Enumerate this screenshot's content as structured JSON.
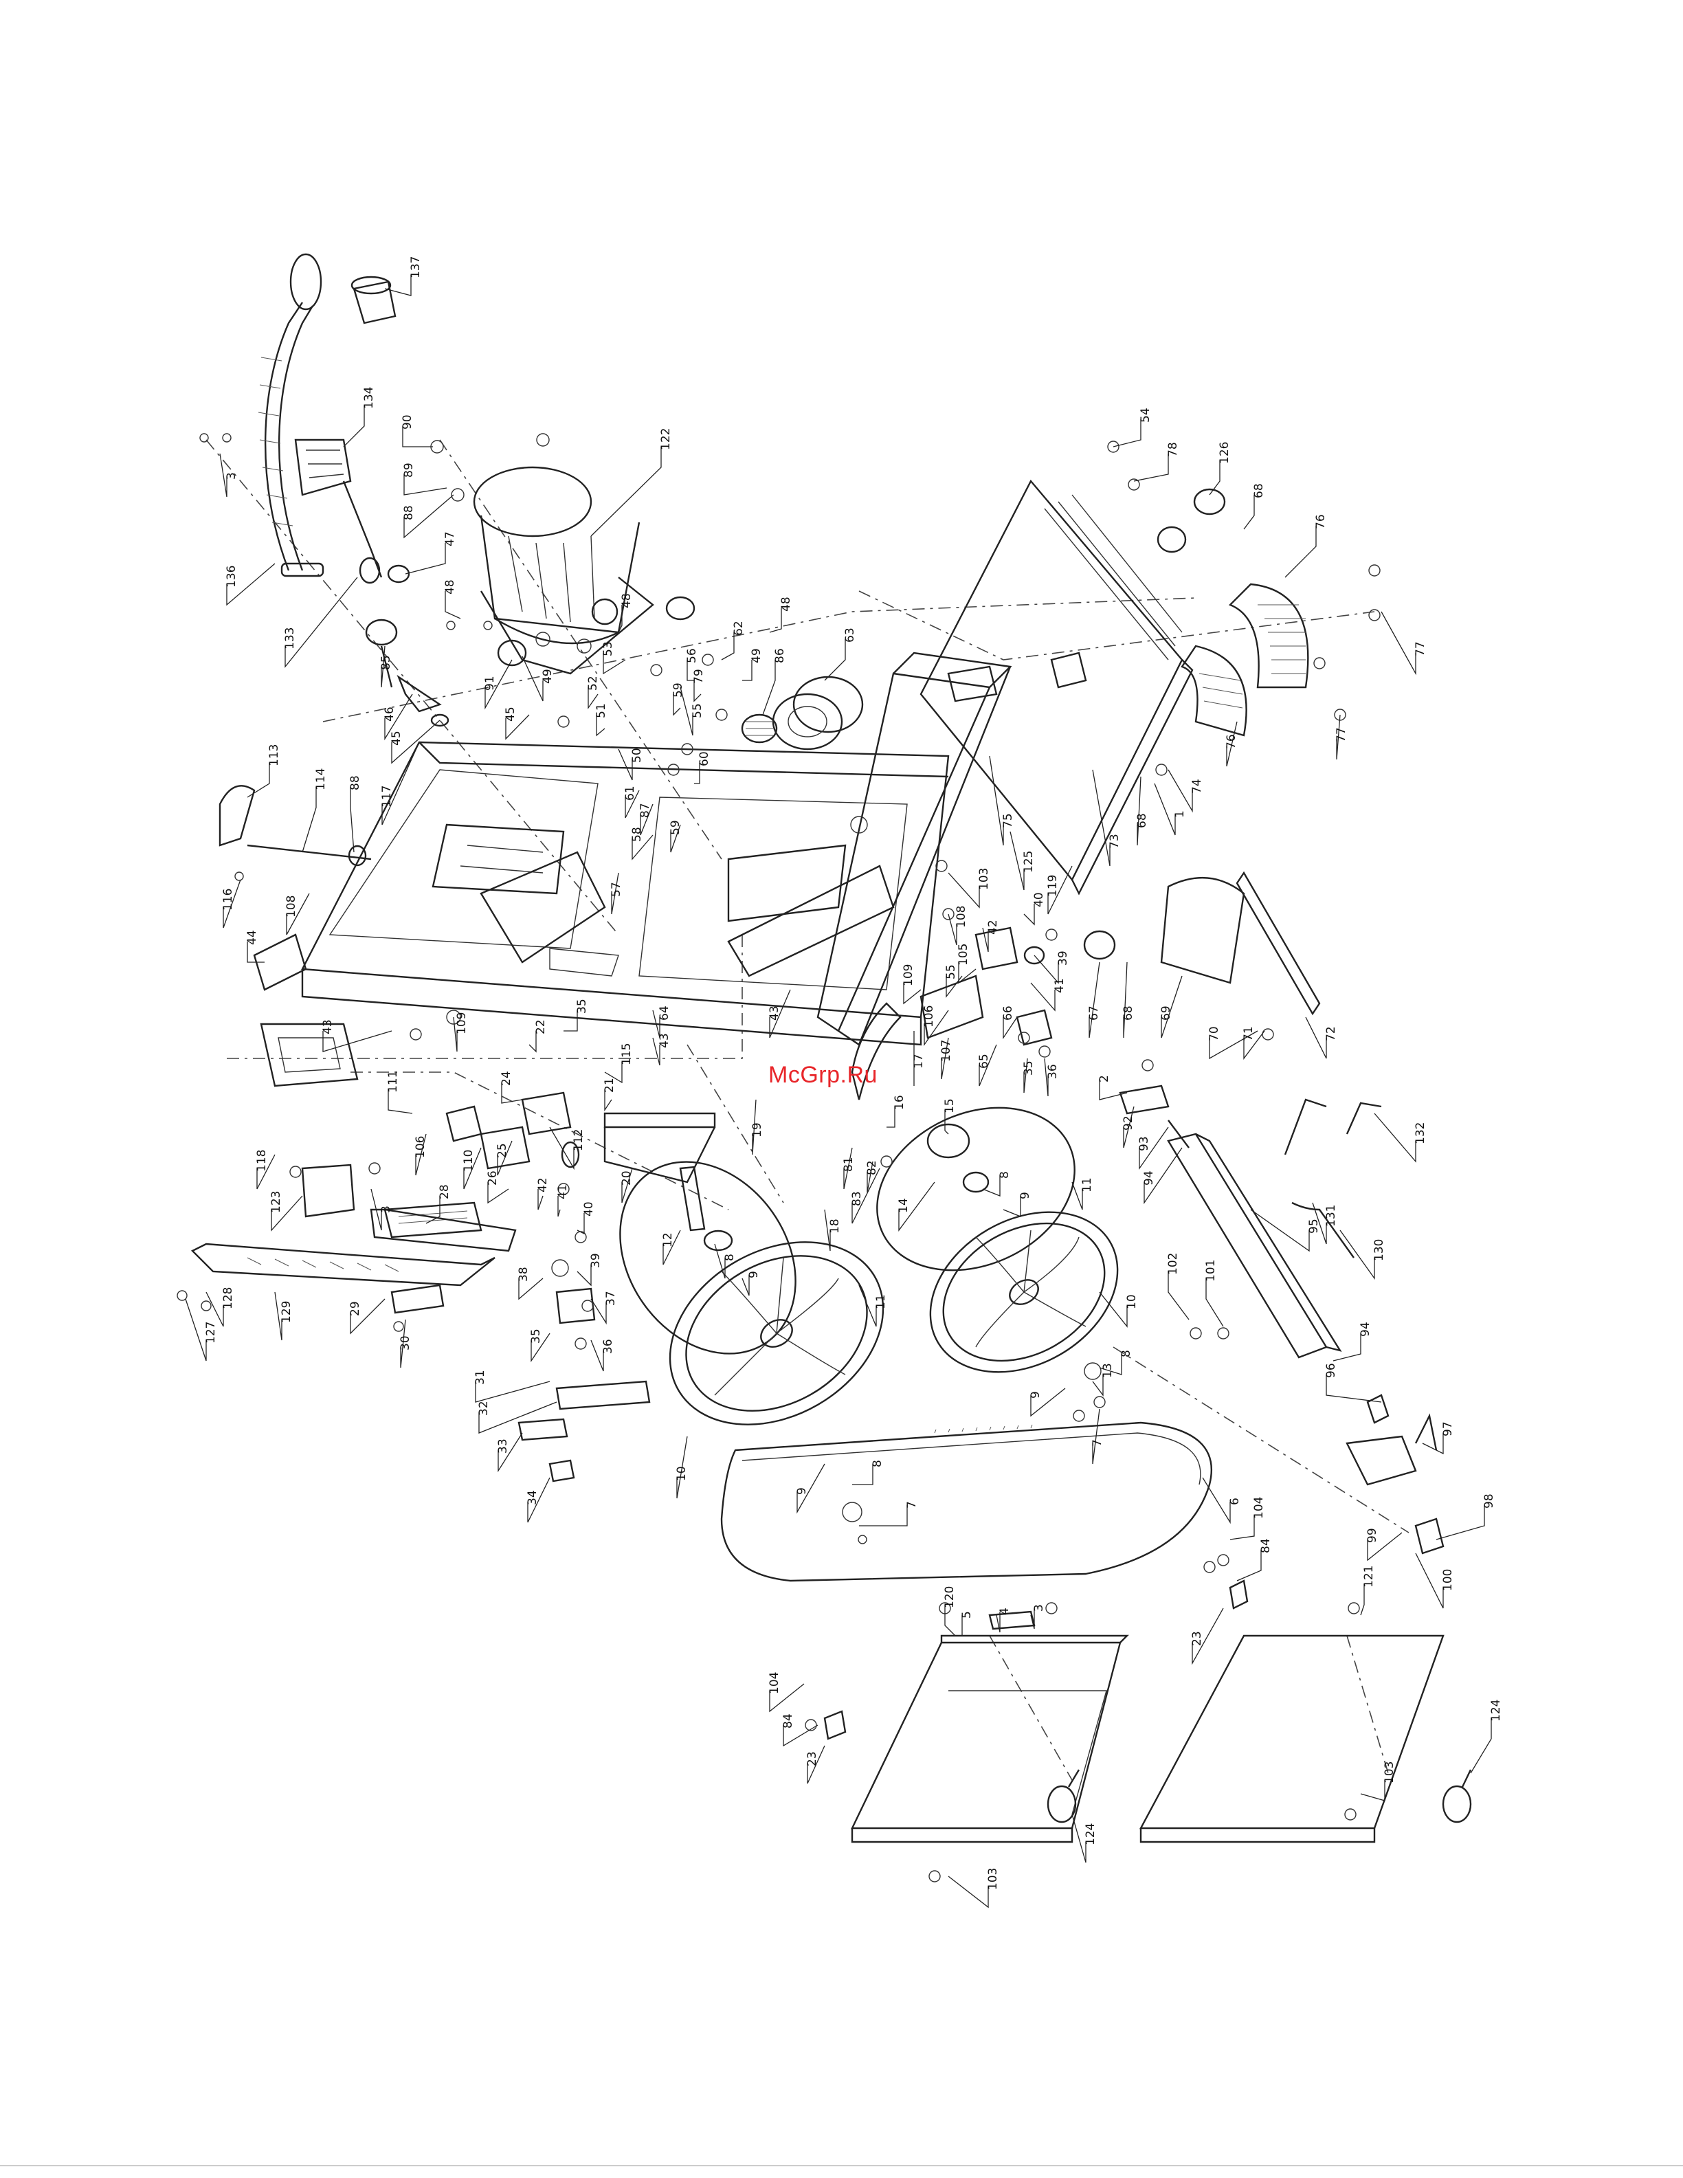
{
  "watermark": "McGrp.Ru",
  "callouts": [
    {
      "id": "c137",
      "label": "137"
    },
    {
      "id": "c134",
      "label": "134"
    },
    {
      "id": "c3a",
      "label": "3"
    },
    {
      "id": "c136",
      "label": "136"
    },
    {
      "id": "c133",
      "label": "133"
    },
    {
      "id": "c90",
      "label": "90"
    },
    {
      "id": "c89",
      "label": "89"
    },
    {
      "id": "c88a",
      "label": "88"
    },
    {
      "id": "c47",
      "label": "47"
    },
    {
      "id": "c48a",
      "label": "48"
    },
    {
      "id": "c85",
      "label": "85"
    },
    {
      "id": "c46",
      "label": "46"
    },
    {
      "id": "c45a",
      "label": "45"
    },
    {
      "id": "c122",
      "label": "122"
    },
    {
      "id": "c91",
      "label": "91"
    },
    {
      "id": "c49a",
      "label": "49"
    },
    {
      "id": "c48b",
      "label": "48"
    },
    {
      "id": "c53",
      "label": "53"
    },
    {
      "id": "c45b",
      "label": "45"
    },
    {
      "id": "c52",
      "label": "52"
    },
    {
      "id": "c51",
      "label": "51"
    },
    {
      "id": "c50",
      "label": "50"
    },
    {
      "id": "c55",
      "label": "55"
    },
    {
      "id": "c62",
      "label": "62"
    },
    {
      "id": "c49b",
      "label": "49"
    },
    {
      "id": "c56",
      "label": "56"
    },
    {
      "id": "c79",
      "label": "79"
    },
    {
      "id": "c59a",
      "label": "59"
    },
    {
      "id": "c48c",
      "label": "48"
    },
    {
      "id": "c86",
      "label": "86"
    },
    {
      "id": "c63",
      "label": "63"
    },
    {
      "id": "c60",
      "label": "60"
    },
    {
      "id": "c61",
      "label": "61"
    },
    {
      "id": "c87",
      "label": "87"
    },
    {
      "id": "c58",
      "label": "58"
    },
    {
      "id": "c59b",
      "label": "59"
    },
    {
      "id": "c57",
      "label": "57"
    },
    {
      "id": "c117",
      "label": "117"
    },
    {
      "id": "c113",
      "label": "113"
    },
    {
      "id": "c114",
      "label": "114"
    },
    {
      "id": "c88b",
      "label": "88"
    },
    {
      "id": "c116",
      "label": "116"
    },
    {
      "id": "c108a",
      "label": "108"
    },
    {
      "id": "c44",
      "label": "44"
    },
    {
      "id": "c43a",
      "label": "43"
    },
    {
      "id": "c109a",
      "label": "109"
    },
    {
      "id": "c22",
      "label": "22"
    },
    {
      "id": "c35a",
      "label": "35"
    },
    {
      "id": "c64",
      "label": "64"
    },
    {
      "id": "c43b",
      "label": "43"
    },
    {
      "id": "c43c",
      "label": "43"
    },
    {
      "id": "c54",
      "label": "54"
    },
    {
      "id": "c78",
      "label": "78"
    },
    {
      "id": "c126",
      "label": "126"
    },
    {
      "id": "c68a",
      "label": "68"
    },
    {
      "id": "c76a",
      "label": "76"
    },
    {
      "id": "c77a",
      "label": "77"
    },
    {
      "id": "c76b",
      "label": "76"
    },
    {
      "id": "c77b",
      "label": "77"
    },
    {
      "id": "c74",
      "label": "74"
    },
    {
      "id": "c1",
      "label": "1"
    },
    {
      "id": "c68b",
      "label": "68"
    },
    {
      "id": "c73",
      "label": "73"
    },
    {
      "id": "c75",
      "label": "75"
    },
    {
      "id": "c125",
      "label": "125"
    },
    {
      "id": "c119",
      "label": "119"
    },
    {
      "id": "c103a",
      "label": "103"
    },
    {
      "id": "c108b",
      "label": "108"
    },
    {
      "id": "c42a",
      "label": "42"
    },
    {
      "id": "c40a",
      "label": "40"
    },
    {
      "id": "c39a",
      "label": "39"
    },
    {
      "id": "c41a",
      "label": "41"
    },
    {
      "id": "c67",
      "label": "67"
    },
    {
      "id": "c68c",
      "label": "68"
    },
    {
      "id": "c69",
      "label": "69"
    },
    {
      "id": "c70",
      "label": "70"
    },
    {
      "id": "c71",
      "label": "71"
    },
    {
      "id": "c72",
      "label": "72"
    },
    {
      "id": "c109b",
      "label": "109"
    },
    {
      "id": "c105",
      "label": "105"
    },
    {
      "id": "c106a",
      "label": "106"
    },
    {
      "id": "c55b",
      "label": "55"
    },
    {
      "id": "c17",
      "label": "17"
    },
    {
      "id": "c107",
      "label": "107"
    },
    {
      "id": "c66",
      "label": "66"
    },
    {
      "id": "c65",
      "label": "65"
    },
    {
      "id": "c35b",
      "label": "35"
    },
    {
      "id": "c36a",
      "label": "36"
    },
    {
      "id": "c2",
      "label": "2"
    },
    {
      "id": "c92",
      "label": "92"
    },
    {
      "id": "c93",
      "label": "93"
    },
    {
      "id": "c94a",
      "label": "94"
    },
    {
      "id": "c131",
      "label": "131"
    },
    {
      "id": "c132",
      "label": "132"
    },
    {
      "id": "c130",
      "label": "130"
    },
    {
      "id": "c95",
      "label": "95"
    },
    {
      "id": "c111",
      "label": "111"
    },
    {
      "id": "c24",
      "label": "24"
    },
    {
      "id": "c115",
      "label": "115"
    },
    {
      "id": "c21",
      "label": "21"
    },
    {
      "id": "c19",
      "label": "19"
    },
    {
      "id": "c16",
      "label": "16"
    },
    {
      "id": "c15",
      "label": "15"
    },
    {
      "id": "c81",
      "label": "81"
    },
    {
      "id": "c82",
      "label": "82"
    },
    {
      "id": "c83",
      "label": "83"
    },
    {
      "id": "c118",
      "label": "118"
    },
    {
      "id": "c106b",
      "label": "106"
    },
    {
      "id": "c110",
      "label": "110"
    },
    {
      "id": "c25",
      "label": "25"
    },
    {
      "id": "c112",
      "label": "112"
    },
    {
      "id": "c26",
      "label": "26"
    },
    {
      "id": "c42b",
      "label": "42"
    },
    {
      "id": "c41b",
      "label": "41"
    },
    {
      "id": "c20",
      "label": "20"
    },
    {
      "id": "c18",
      "label": "18"
    },
    {
      "id": "c14",
      "label": "14"
    },
    {
      "id": "c8a",
      "label": "8"
    },
    {
      "id": "c9a",
      "label": "9"
    },
    {
      "id": "c11a",
      "label": "11"
    },
    {
      "id": "c123",
      "label": "123"
    },
    {
      "id": "c3b",
      "label": "3"
    },
    {
      "id": "c28",
      "label": "28"
    },
    {
      "id": "c40b",
      "label": "40"
    },
    {
      "id": "c39b",
      "label": "39"
    },
    {
      "id": "c12",
      "label": "12"
    },
    {
      "id": "c8b",
      "label": "8"
    },
    {
      "id": "c9b",
      "label": "9"
    },
    {
      "id": "c11b",
      "label": "11"
    },
    {
      "id": "c10a",
      "label": "10"
    },
    {
      "id": "c127",
      "label": "127"
    },
    {
      "id": "c128",
      "label": "128"
    },
    {
      "id": "c129",
      "label": "129"
    },
    {
      "id": "c29",
      "label": "29"
    },
    {
      "id": "c30",
      "label": "30"
    },
    {
      "id": "c38",
      "label": "38"
    },
    {
      "id": "c37",
      "label": "37"
    },
    {
      "id": "c35c",
      "label": "35"
    },
    {
      "id": "c36b",
      "label": "36"
    },
    {
      "id": "c102",
      "label": "102"
    },
    {
      "id": "c101",
      "label": "101"
    },
    {
      "id": "c94b",
      "label": "94"
    },
    {
      "id": "c96",
      "label": "96"
    },
    {
      "id": "c97",
      "label": "97"
    },
    {
      "id": "c8c",
      "label": "8"
    },
    {
      "id": "c9c",
      "label": "9"
    },
    {
      "id": "c13",
      "label": "13"
    },
    {
      "id": "c7a",
      "label": "7"
    },
    {
      "id": "c31",
      "label": "31"
    },
    {
      "id": "c32",
      "label": "32"
    },
    {
      "id": "c33",
      "label": "33"
    },
    {
      "id": "c34",
      "label": "34"
    },
    {
      "id": "c10b",
      "label": "10"
    },
    {
      "id": "c9d",
      "label": "9"
    },
    {
      "id": "c8d",
      "label": "8"
    },
    {
      "id": "c7b",
      "label": "7"
    },
    {
      "id": "c6",
      "label": "6"
    },
    {
      "id": "c99",
      "label": "99"
    },
    {
      "id": "c98",
      "label": "98"
    },
    {
      "id": "c100",
      "label": "100"
    },
    {
      "id": "c104a",
      "label": "104"
    },
    {
      "id": "c84a",
      "label": "84"
    },
    {
      "id": "c23a",
      "label": "23"
    },
    {
      "id": "c121",
      "label": "121"
    },
    {
      "id": "c120",
      "label": "120"
    },
    {
      "id": "c5",
      "label": "5"
    },
    {
      "id": "c4",
      "label": "4"
    },
    {
      "id": "c3c",
      "label": "3"
    },
    {
      "id": "c104b",
      "label": "104"
    },
    {
      "id": "c84b",
      "label": "84"
    },
    {
      "id": "c23b",
      "label": "23"
    },
    {
      "id": "c124a",
      "label": "124"
    },
    {
      "id": "c103b",
      "label": "103"
    },
    {
      "id": "c124b",
      "label": "124"
    },
    {
      "id": "c103c",
      "label": "103"
    }
  ]
}
